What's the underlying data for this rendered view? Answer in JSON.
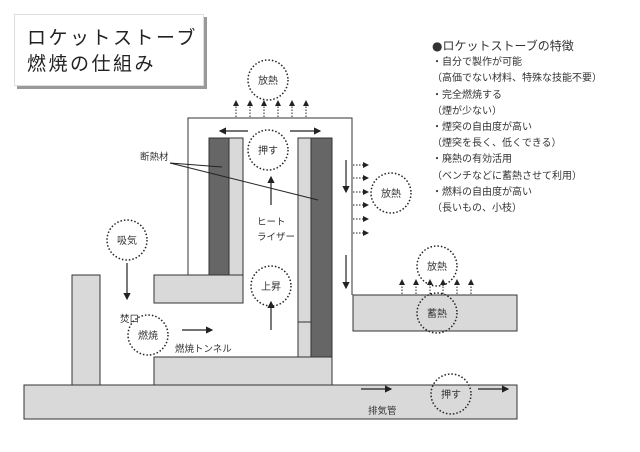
{
  "title": {
    "line1": "ロケットストーブ",
    "line2": "燃焼の仕組み"
  },
  "features": {
    "heading": "●ロケットストーブの特徴",
    "items": [
      "・自分で製作が可能",
      "（高価でない材料、特殊な技能不要）",
      "・完全燃焼する",
      "（煙が少ない）",
      "・煙突の自由度が高い",
      "（煙突を長く、低くできる）",
      "・廃熱の有効活用",
      "（ベンチなどに蓄熱させて利用）",
      "・燃料の自由度が高い",
      "（長いもの、小枝）"
    ]
  },
  "bubbles": {
    "top_heat": "放熱",
    "top_push": "押す",
    "side_heat": "放熱",
    "intake": "吸気",
    "rise": "上昇",
    "bench_heat": "放熱",
    "storage": "蓄熱",
    "combustion": "燃焼",
    "exhaust_push": "押す"
  },
  "labels": {
    "insulation": "断熱材",
    "heat_riser_1": "ヒート",
    "heat_riser_2": "ライザー",
    "feed_opening": "焚口",
    "burn_tunnel": "燃焼トンネル",
    "exhaust_pipe": "排気管"
  },
  "colors": {
    "wall": "#d9d9d9",
    "insulation": "#666666",
    "outline": "#333333"
  }
}
